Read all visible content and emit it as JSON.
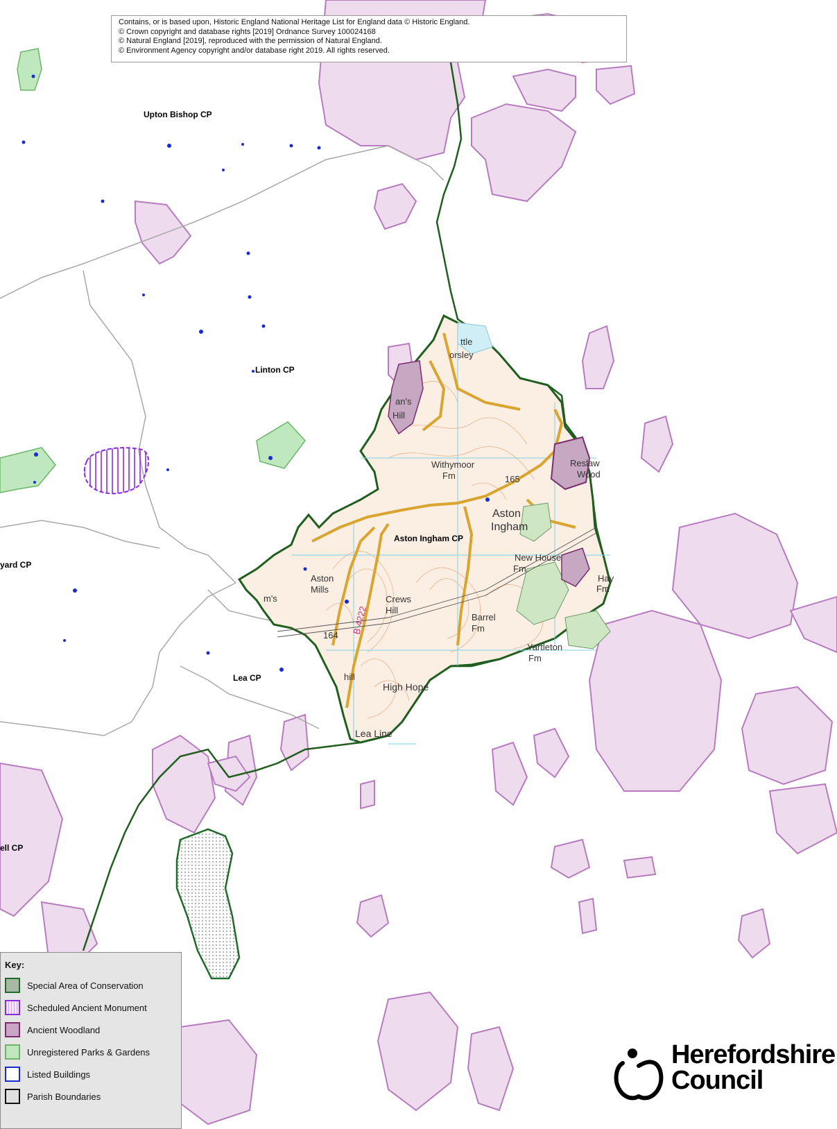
{
  "copyright": [
    "Contains, or is based upon, Historic England National Heritage List for England data © Historic England.",
    "© Crown copyright and database rights [2019] Ordnance Survey 100024168",
    "© Natural England [2019], reproduced with the permission of Natural England.",
    "© Environment Agency copyright and/or database right 2019. All rights reserved."
  ],
  "parishes": {
    "upton_bishop": "Upton Bishop CP",
    "linton": "Linton CP",
    "yard": "yard CP",
    "aston_ingham": "Aston Ingham CP",
    "lea": "Lea CP",
    "ell": "ell CP"
  },
  "os_labels": {
    "withymoor": "Withymoor",
    "fm1": "Fm",
    "aston": "Aston",
    "ingham": "Ingham",
    "reslaw": "Reslaw",
    "wood": "Wood",
    "new_house": "New House",
    "fm2": "Fm",
    "hay": "Hay",
    "fm3": "Fm",
    "aston2": "Aston",
    "mills": "Mills",
    "crews": "Crews",
    "hill": "Hill",
    "barrel": "Barrel",
    "fm4": "Fm",
    "yartleton": "Yartleton",
    "fm5": "Fm",
    "high_hope": "High Hope",
    "lea_line": "Lea Line",
    "road": "B 4222",
    "spot1": "164",
    "spot2": "165",
    "little": "ttle",
    "orsley": "orsley",
    "ans": "an's",
    "hill2": "Hill",
    "ams": "m's",
    "hill3": "hill"
  },
  "key": {
    "title": "Key:",
    "items": [
      {
        "label": "Special Area of Conservation",
        "fill": "#a7b8a3",
        "border": "#1f6b2a"
      },
      {
        "label": "Scheduled Ancient Monument",
        "fill": "#f4eefc",
        "border": "#8a2be2"
      },
      {
        "label": "Ancient Woodland",
        "fill": "#c9a6c6",
        "border": "#7a2c6e"
      },
      {
        "label": "Unregistered Parks & Gardens",
        "fill": "#bfe8bf",
        "border": "#6ab56a"
      },
      {
        "label": "Listed Buildings",
        "fill": "#ffffff",
        "border": "#1a2bd6"
      },
      {
        "label": "Parish Boundaries",
        "fill": "#e0e0e0",
        "border": "#111111"
      }
    ]
  },
  "logo": {
    "line1": "Herefordshire",
    "line2": "Council",
    "icon": "apple-icon"
  },
  "colors": {
    "woodland_fill": "#eedcee",
    "woodland_stroke": "#b77bbf",
    "boundary_green": "#1f5e1f",
    "parish_line": "#a8a8a8",
    "listed_building": "#1a2bd6"
  }
}
